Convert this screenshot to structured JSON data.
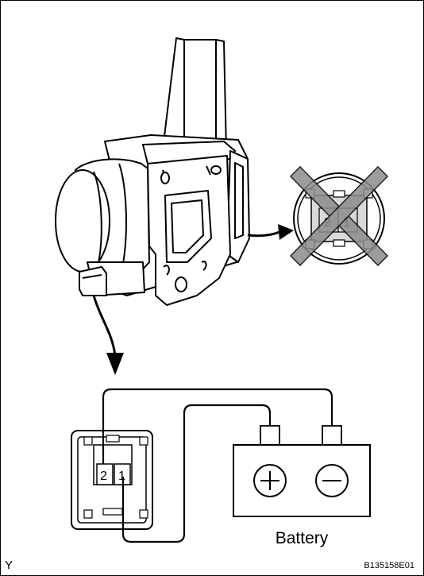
{
  "figure": {
    "battery_label": "Battery",
    "connector_pin_labels": [
      "2",
      "1"
    ],
    "forbidden_connector_pin_labels": [
      "2",
      "1"
    ],
    "plus_symbol": "+",
    "minus_symbol": "−",
    "corner_code_left": "Y",
    "figure_code": "B135158E01",
    "colors": {
      "line": "#000000",
      "fill_light": "#ffffff",
      "shade": "#d9d9d9",
      "cross": "#808080"
    }
  }
}
